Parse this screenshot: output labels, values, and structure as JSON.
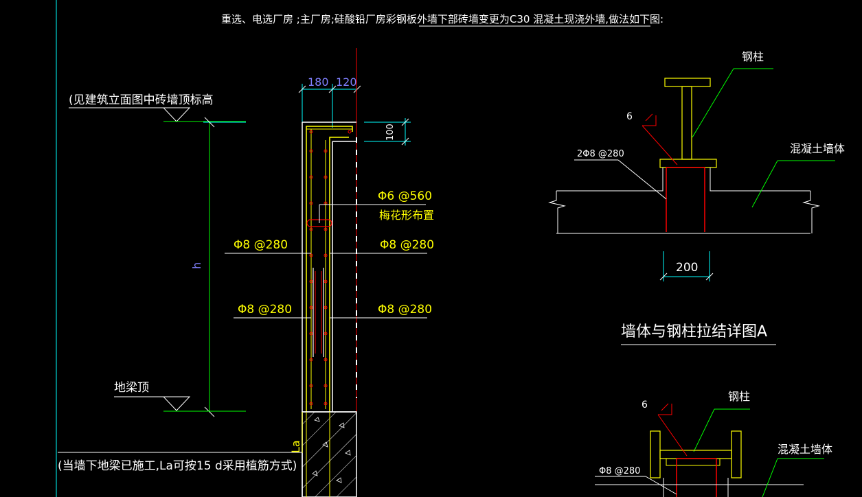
{
  "title": "重选、电选厂房 ;主厂房;硅酸铅厂房彩钢板外墙下部砖墙变更为C30 混凝土现浇外墙,做法如下图:",
  "left_detail": {
    "top_ref": "(见建筑立面图中砖墙顶标高",
    "dim_180": "180",
    "dim_120": "120",
    "dim_100": "100",
    "height_label": "h",
    "tie_bar_spec": "Φ6 @560",
    "tie_bar_note": "梅花形布置",
    "rebar_left_1": "Φ8 @280",
    "rebar_right_1": "Φ8 @280",
    "rebar_left_2": "Φ8 @280",
    "rebar_right_2": "Φ8 @280",
    "ground_beam_top": "地梁顶",
    "anchor_label": "La",
    "bottom_note": "(当墙下地梁已施工,La可按15 d采用植筋方式)"
  },
  "detail_a": {
    "steel_column": "钢柱",
    "weld_size": "6",
    "rebar_spec": "2Φ8 @280",
    "concrete_wall": "混凝土墙体",
    "width_dim": "200",
    "caption": "墙体与钢柱拉结详图A"
  },
  "detail_b": {
    "steel_column": "钢柱",
    "weld_size": "6",
    "rebar_spec": "Φ8 @280",
    "concrete_wall": "混凝土墙体"
  },
  "colors": {
    "background": "#000000",
    "white": "#ffffff",
    "yellow": "#ffff00",
    "cyan": "#00ffff",
    "green": "#00ff00",
    "red": "#ff0000",
    "blue": "#8080ff"
  }
}
